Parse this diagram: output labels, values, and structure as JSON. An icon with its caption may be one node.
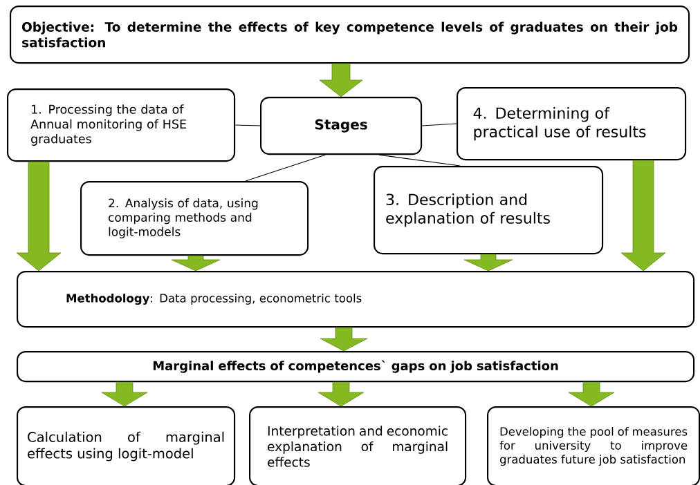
{
  "diagram": {
    "nodes": [
      {
        "text": [
          "Objective: To determine the effects of key competence levels of graduates on their job satisfaction"
        ]
      },
      {
        "text": [
          "1. Processing the data of Annual monitoring of HSE graduates"
        ]
      },
      {
        "text": [
          "Stages"
        ]
      },
      {
        "text": [
          "4. Determining of practical use of results"
        ]
      },
      {
        "text": [
          "2. Analysis of data, using comparing methods and logit-models"
        ]
      },
      {
        "text": [
          "3. Description and explanation of results"
        ]
      },
      {
        "text": [
          "**Methodology**: Data processing, econometric tools"
        ]
      },
      {
        "text": [
          "Marginal effects of competences` gaps on job satisfaction"
        ]
      },
      {
        "text": [
          "Calculation of marginal effects using logit-model"
        ]
      },
      {
        "text": [
          "Interpretation and economic explanation of marginal effects"
        ]
      },
      {
        "text": [
          "Developing the pool of measures for university to improve graduates future job satisfaction"
        ]
      }
    ],
    "edges": [
      {
        "from": 0,
        "to": 2,
        "arrow": "to"
      },
      {
        "from": 2,
        "to": 1,
        "arrow": "none",
        "color": "#000000"
      },
      {
        "from": 2,
        "to": 3,
        "arrow": "none",
        "color": "#000000"
      },
      {
        "from": 2,
        "to": 4,
        "arrow": "none",
        "color": "#000000"
      },
      {
        "from": 2,
        "to": 5,
        "arrow": "none",
        "color": "#000000"
      },
      {
        "from": 1,
        "to": 6,
        "arrow": "to"
      },
      {
        "from": 4,
        "to": 6,
        "arrow": "to"
      },
      {
        "from": 5,
        "to": 6,
        "arrow": "to"
      },
      {
        "from": 3,
        "to": 6,
        "arrow": "to"
      },
      {
        "from": 6,
        "to": 7,
        "arrow": "to"
      },
      {
        "from": 7,
        "to": 8,
        "arrow": "to"
      },
      {
        "from": 7,
        "to": 9,
        "arrow": "to"
      },
      {
        "from": 7,
        "to": 10,
        "arrow": "to"
      }
    ]
  }
}
